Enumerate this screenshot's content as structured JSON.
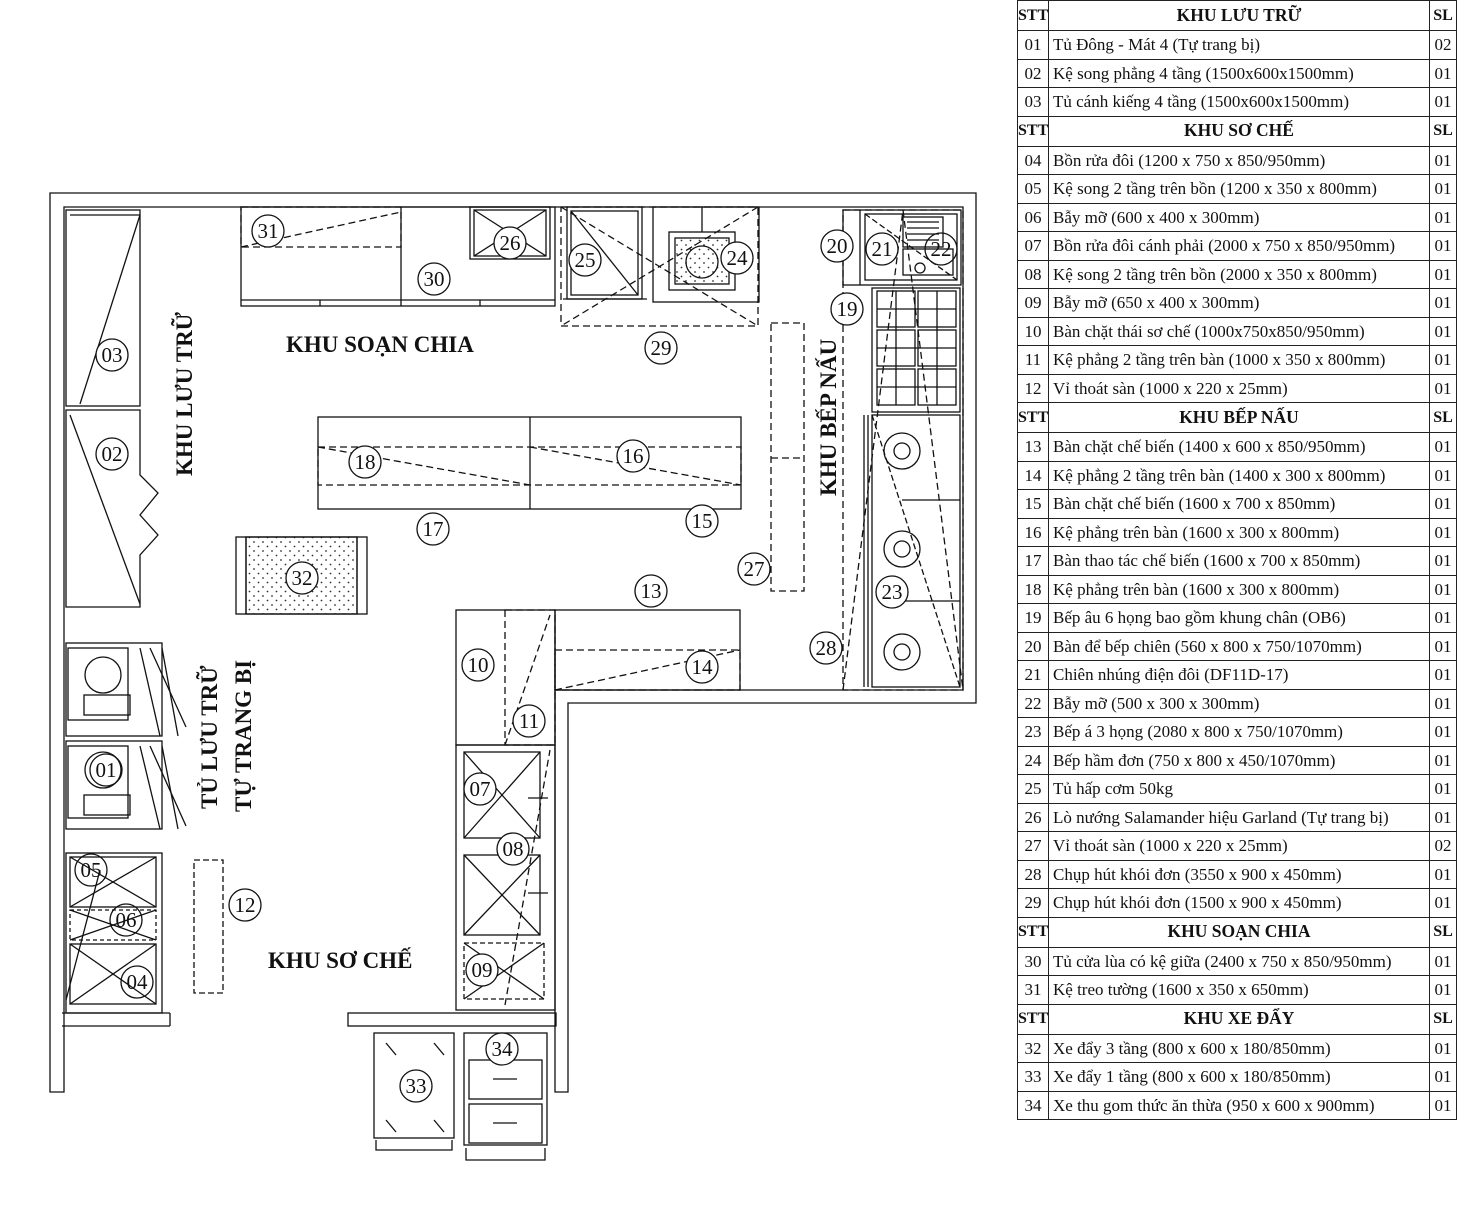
{
  "zones": {
    "luu_tru": "KHU LƯU TRỮ",
    "soan_chia": "KHU SOẠN CHIA",
    "bep_nau": "KHU BẾP NẤU",
    "tu_luu_tru_1": "TỦ LƯU TRỮ",
    "tu_luu_tru_2": "TỰ TRANG BỊ",
    "so_che": "KHU SƠ CHẾ"
  },
  "markers": {
    "m01": "01",
    "m02": "02",
    "m03": "03",
    "m04": "04",
    "m05": "05",
    "m06": "06",
    "m07": "07",
    "m08": "08",
    "m09": "09",
    "m10": "10",
    "m11": "11",
    "m12": "12",
    "m13": "13",
    "m14": "14",
    "m15": "15",
    "m16": "16",
    "m17": "17",
    "m18": "18",
    "m19": "19",
    "m20": "20",
    "m21": "21",
    "m22": "22",
    "m23": "23",
    "m24": "24",
    "m25": "25",
    "m26": "26",
    "m27": "27",
    "m28": "28",
    "m29": "29",
    "m30": "30",
    "m31": "31",
    "m32": "32",
    "m33": "33",
    "m34": "34"
  },
  "legend": {
    "col_stt": "STT",
    "col_sl": "SL",
    "sections": [
      {
        "title": "KHU LƯU TRỮ",
        "rows": [
          {
            "stt": "01",
            "name": "Tủ Đông - Mát 4 (Tự trang bị)",
            "sl": "02"
          },
          {
            "stt": "02",
            "name": "Kệ song phẳng 4 tầng (1500x600x1500mm)",
            "sl": "01"
          },
          {
            "stt": "03",
            "name": "Tủ cánh kiếng 4 tầng (1500x600x1500mm)",
            "sl": "01"
          }
        ]
      },
      {
        "title": "KHU SƠ CHẾ",
        "rows": [
          {
            "stt": "04",
            "name": "Bồn rửa đôi (1200 x 750 x 850/950mm)",
            "sl": "01"
          },
          {
            "stt": "05",
            "name": "Kệ song 2 tầng trên bồn (1200 x 350 x 800mm)",
            "sl": "01"
          },
          {
            "stt": "06",
            "name": "Bẫy mỡ (600 x 400 x 300mm)",
            "sl": "01"
          },
          {
            "stt": "07",
            "name": "Bồn rửa đôi cánh phải (2000 x 750 x 850/950mm)",
            "sl": "01"
          },
          {
            "stt": "08",
            "name": "Kệ song 2 tầng trên bồn (2000 x 350 x 800mm)",
            "sl": "01"
          },
          {
            "stt": "09",
            "name": "Bẫy mỡ (650 x 400 x 300mm)",
            "sl": "01"
          },
          {
            "stt": "10",
            "name": "Bàn chặt thái sơ chế (1000x750x850/950mm)",
            "sl": "01"
          },
          {
            "stt": "11",
            "name": "Kệ phẳng 2 tầng trên bàn (1000 x 350 x 800mm)",
            "sl": "01"
          },
          {
            "stt": "12",
            "name": "Vỉ thoát sàn (1000 x 220 x 25mm)",
            "sl": "01"
          }
        ]
      },
      {
        "title": "KHU BẾP NẤU",
        "rows": [
          {
            "stt": "13",
            "name": "Bàn chặt chế biến (1400 x 600 x 850/950mm)",
            "sl": "01"
          },
          {
            "stt": "14",
            "name": "Kệ phẳng 2 tầng trên bàn (1400 x 300 x 800mm)",
            "sl": "01"
          },
          {
            "stt": "15",
            "name": "Bàn chặt chế biến (1600 x 700 x 850mm)",
            "sl": "01"
          },
          {
            "stt": "16",
            "name": "Kệ phẳng trên bàn (1600 x 300 x 800mm)",
            "sl": "01"
          },
          {
            "stt": "17",
            "name": "Bàn thao tác chế biến (1600 x 700 x 850mm)",
            "sl": "01"
          },
          {
            "stt": "18",
            "name": "Kệ phẳng trên bàn (1600 x 300 x 800mm)",
            "sl": "01"
          },
          {
            "stt": "19",
            "name": "Bếp âu 6 họng bao gồm khung chân (OB6)",
            "sl": "01"
          },
          {
            "stt": "20",
            "name": "Bàn để bếp chiên (560 x 800 x 750/1070mm)",
            "sl": "01"
          },
          {
            "stt": "21",
            "name": "Chiên nhúng điện đôi (DF11D-17)",
            "sl": "01"
          },
          {
            "stt": "22",
            "name": "Bẫy mỡ (500 x 300 x 300mm)",
            "sl": "01"
          },
          {
            "stt": "23",
            "name": "Bếp á 3 họng (2080 x 800 x 750/1070mm)",
            "sl": "01"
          },
          {
            "stt": "24",
            "name": "Bếp hầm đơn (750 x 800 x 450/1070mm)",
            "sl": "01"
          },
          {
            "stt": "25",
            "name": "Tủ hấp cơm 50kg",
            "sl": "01"
          },
          {
            "stt": "26",
            "name": "Lò nướng Salamander hiệu Garland (Tự trang bị)",
            "sl": "01"
          },
          {
            "stt": "27",
            "name": "Vỉ thoát sàn (1000 x 220 x 25mm)",
            "sl": "02"
          },
          {
            "stt": "28",
            "name": "Chụp hút khói đơn (3550 x 900 x 450mm)",
            "sl": "01"
          },
          {
            "stt": "29",
            "name": "Chụp hút khói đơn (1500 x 900 x 450mm)",
            "sl": "01"
          }
        ]
      },
      {
        "title": "KHU SOẠN CHIA",
        "rows": [
          {
            "stt": "30",
            "name": "Tủ cửa lùa có kệ giữa (2400 x 750 x 850/950mm)",
            "sl": "01"
          },
          {
            "stt": "31",
            "name": "Kệ treo tường (1600 x 350 x 650mm)",
            "sl": "01"
          }
        ]
      },
      {
        "title": "KHU XE ĐẨY",
        "rows": [
          {
            "stt": "32",
            "name": "Xe đẩy 3 tầng (800 x 600 x 180/850mm)",
            "sl": "01"
          },
          {
            "stt": "33",
            "name": "Xe đẩy 1 tầng (800 x 600 x 180/850mm)",
            "sl": "01"
          },
          {
            "stt": "34",
            "name": "Xe thu gom thức ăn thừa (950 x 600 x 900mm)",
            "sl": "01"
          }
        ]
      }
    ]
  }
}
